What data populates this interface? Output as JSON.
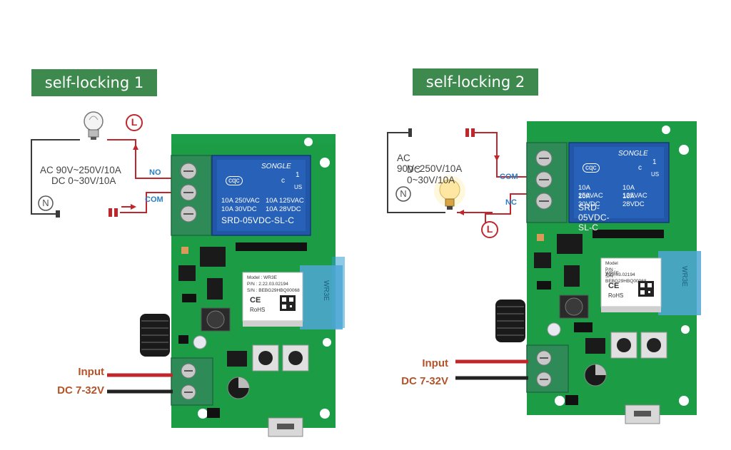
{
  "colors": {
    "title_bg": "#3e8a4e",
    "pcb_green": "#1c9c45",
    "relay_blue": "#2156a8",
    "terminal_green": "#2e8b57",
    "live_wire": "#c0272d",
    "label_blue": "#2a7fc4",
    "input_label": "#b3532a"
  },
  "icons": {
    "lamp": "light-bulb-icon",
    "live_marker": "L-circle-icon",
    "neutral_marker": "N-circle-icon",
    "ce_mark": "ce-mark-icon",
    "qr_code": "qr-code-icon"
  },
  "panels": [
    {
      "title": "self-locking 1",
      "spec_line1": "AC 90V~250V/10A",
      "spec_line2": "DC 0~30V/10A",
      "terminal_top": "NO",
      "terminal_bottom": "COM",
      "live_marker": "L",
      "neutral_marker": "N",
      "input_line1": "Input",
      "input_line2": "DC 7-32V",
      "lamp_lit": false
    },
    {
      "title": "self-locking 2",
      "spec_line1": "AC 90V~250V/10A",
      "spec_line2": "DC 0~30V/10A",
      "terminal_top": "COM",
      "terminal_bottom": "NC",
      "live_marker": "L",
      "neutral_marker": "N",
      "input_line1": "Input",
      "input_line2": "DC 7-32V",
      "lamp_lit": true
    }
  ],
  "relay": {
    "brand": "SONGLE",
    "cqc": "cqc",
    "rating1_left": "10A 250VAC",
    "rating1_right": "10A 125VAC",
    "rating2_left": "10A 30VDC",
    "rating2_right": "10A 28VDC",
    "model": "SRD-05VDC-SL-C",
    "ul_us": "US",
    "ul_c": "c",
    "ul_1": "1"
  },
  "module": {
    "model": "Model : WR3E",
    "pn": "P/N : 2.22.03.02194",
    "sn": "S/N : BEBG29HBQ00068",
    "ce": "CE",
    "rohs": "RoHS",
    "antenna": "WR3E"
  }
}
